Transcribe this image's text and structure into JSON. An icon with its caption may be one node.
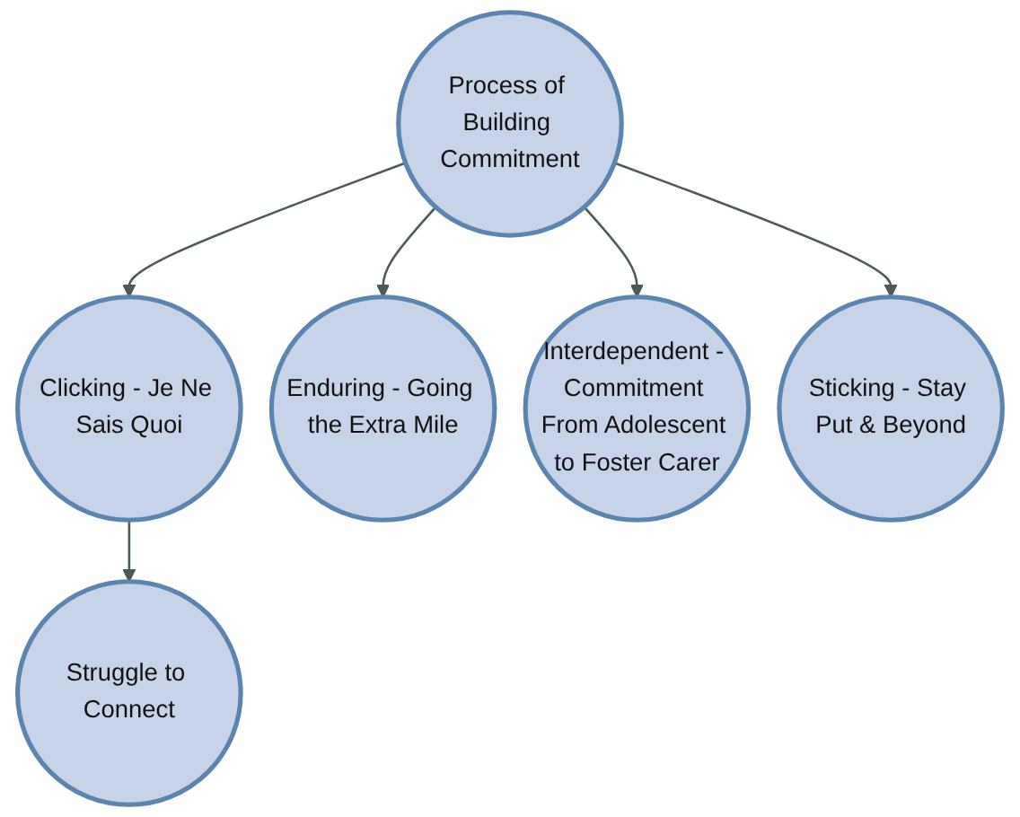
{
  "diagram": {
    "nodes": [
      {
        "text": [
          "Process of Building Commitment"
        ]
      },
      {
        "text": [
          "Clicking - Je Ne Sais Quoi"
        ]
      },
      {
        "text": [
          "Enduring - Going the Extra Mile"
        ]
      },
      {
        "text": [
          "Interdependent - Commitment From Adolescent to Foster Carer"
        ]
      },
      {
        "text": [
          "Sticking - Stay Put & Beyond"
        ]
      },
      {
        "text": [
          "Struggle to Connect"
        ]
      }
    ],
    "edges": [
      {
        "from": 0,
        "to": 1,
        "arrow": "to"
      },
      {
        "from": 0,
        "to": 2,
        "arrow": "to"
      },
      {
        "from": 0,
        "to": 3,
        "arrow": "to"
      },
      {
        "from": 0,
        "to": 4,
        "arrow": "to"
      },
      {
        "from": 1,
        "to": 5,
        "arrow": "to"
      }
    ]
  }
}
